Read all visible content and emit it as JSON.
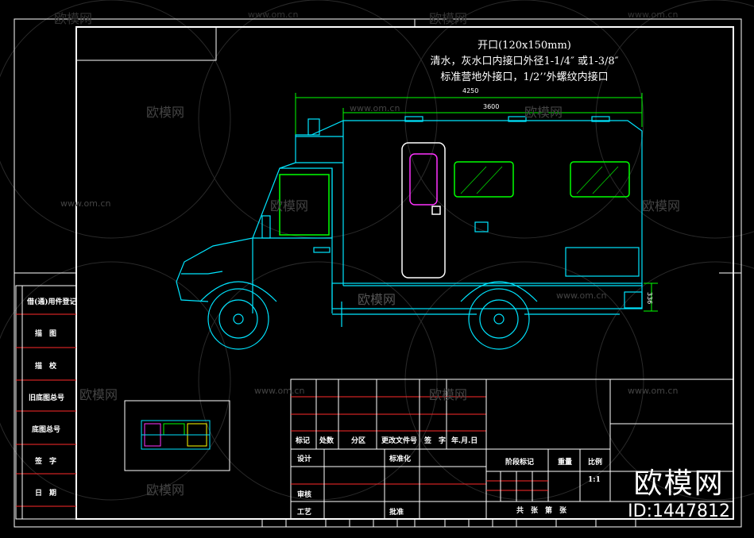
{
  "notes": {
    "line1": "开口(120x150mm)",
    "line2": "清水，灰水口内接口外径1-1/4″ 或1-3/8″",
    "line3": "标准营地外接口，1/2’’外螺纹内接口"
  },
  "dimensions": {
    "overall_length": "4250",
    "body_length": "3600",
    "rear_height": "336"
  },
  "left_strip": [
    "借(通)用件登记",
    "描　图",
    "描　校",
    "旧底图总号",
    "底图总号",
    "签　字",
    "日　期"
  ],
  "title_block": {
    "row_change": [
      "标记",
      "处数",
      "分区",
      "更改文件号",
      "签　字",
      "年.月.日"
    ],
    "design": "设计",
    "standardize": "标准化",
    "review": "审核",
    "process": "工艺",
    "approve": "批准",
    "stage_mark": "阶段标记",
    "weight": "重量",
    "scale": "比例",
    "scale_value": "1:1",
    "sheets": "共　张　第　张"
  },
  "watermarks": {
    "brand": "欧模网",
    "url": "www.om.cn"
  },
  "brand_badge": {
    "name": "欧模网",
    "id": "ID:1447812"
  },
  "colors": {
    "background": "#000000",
    "frame": "#ffffff",
    "vehicle": "#00e5ff",
    "dimension": "#00ff00",
    "door_window": "#ff33ff",
    "title_lines": "#ff2a2a"
  }
}
